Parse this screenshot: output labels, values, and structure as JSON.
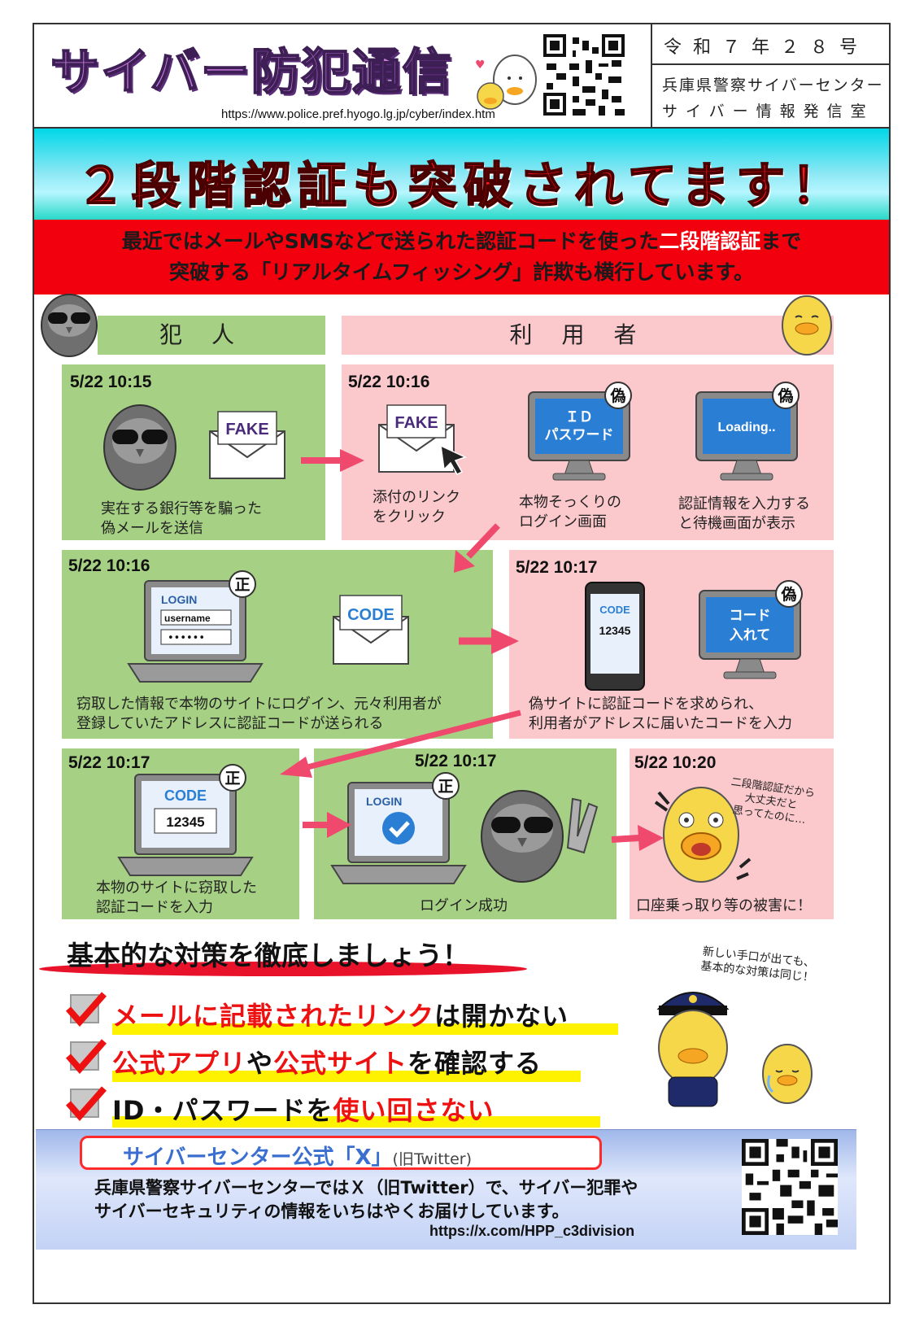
{
  "header": {
    "title": "サイバー防犯通信",
    "url": "https://www.police.pref.hyogo.lg.jp/cyber/index.htm",
    "issue": "令和７年２８号",
    "org_line1": "兵庫県警察サイバーセンター",
    "org_line2": "サイバー情報発信室"
  },
  "banner": {
    "title": "２段階認証も突破されてます！",
    "alert_line1_pre": "最近ではメールやSMSなどで送られた認証コードを使った",
    "alert_line1_hl": "二段階認証",
    "alert_line1_post": "まで",
    "alert_line2": "突破する「リアルタイムフィッシング」詐欺も横行しています。"
  },
  "roles": {
    "criminal": "犯人",
    "user": "利用者"
  },
  "steps": [
    {
      "time": "5/22 10:15",
      "caption1": "実在する銀行等を騙った",
      "caption2": "偽メールを送信",
      "envelope_text": "FAKE"
    },
    {
      "time": "5/22 10:16",
      "caption1": "添付のリンク",
      "caption2": "をクリック",
      "envelope_text": "FAKE"
    },
    {
      "caption1": "本物そっくりの",
      "caption2": "ログイン画面",
      "screen_line1": "ＩＤ",
      "screen_line2": "パスワード",
      "badge": "偽"
    },
    {
      "caption1": "認証情報を入力する",
      "caption2": "と待機画面が表示",
      "screen_line1": "Loading..",
      "badge": "偽"
    },
    {
      "time": "5/22 10:16",
      "caption1": "窃取した情報で本物のサイトにログイン、元々利用者が",
      "caption2": "登録していたアドレスに認証コードが送られる",
      "login": "LOGIN",
      "username": "username",
      "password": "••••••",
      "badge": "正",
      "envelope_text": "CODE"
    },
    {
      "time": "5/22 10:17",
      "caption1": "偽サイトに認証コードを求められ、",
      "caption2": "利用者がアドレスに届いたコードを入力",
      "phone_label": "CODE",
      "phone_code": "12345",
      "screen_line1": "コード",
      "screen_line2": "入れて",
      "badge": "偽"
    },
    {
      "time": "5/22 10:17",
      "caption1": "本物のサイトに窃取した",
      "caption2": "認証コードを入力",
      "screen_label": "CODE",
      "screen_code": "12345",
      "badge": "正"
    },
    {
      "time": "5/22 10:17",
      "caption1": "ログイン成功",
      "login": "LOGIN",
      "badge": "正"
    },
    {
      "time": "5/22 10:20",
      "caption1": "口座乗っ取り等の被害に！",
      "bubble1": "二段階認証だから",
      "bubble2": "大丈夫だと",
      "bubble3": "思ってたのに…"
    }
  ],
  "countermeasures": {
    "heading": "基本的な対策を徹底しましょう！",
    "note1": "新しい手口が出ても、",
    "note2": "基本的な対策は同じ！",
    "tips": [
      {
        "red": "メールに記載されたリンク",
        "black": "は開かない"
      },
      {
        "red": "公式アプリ",
        "black": "や",
        "red2": "公式サイト",
        "black2": "を確認する"
      },
      {
        "black": "ID・パスワードを",
        "red": "使い回さない"
      }
    ]
  },
  "footer": {
    "title": "サイバーセンター公式「X」",
    "title_note": "(旧Twitter)",
    "text1": "兵庫県警察サイバーセンターではＸ（旧Twitter）で、サイバー犯罪や",
    "text2": "サイバーセキュリティの情報をいちはやくお届けしています。",
    "url": "https://x.com/HPP_c3division"
  },
  "colors": {
    "criminal_bg": "#a6d184",
    "user_bg": "#fbc8cc",
    "alert_red": "#f2000e",
    "arrow_pink": "#ef4a6e",
    "screen_blue": "#2a7fd4"
  }
}
